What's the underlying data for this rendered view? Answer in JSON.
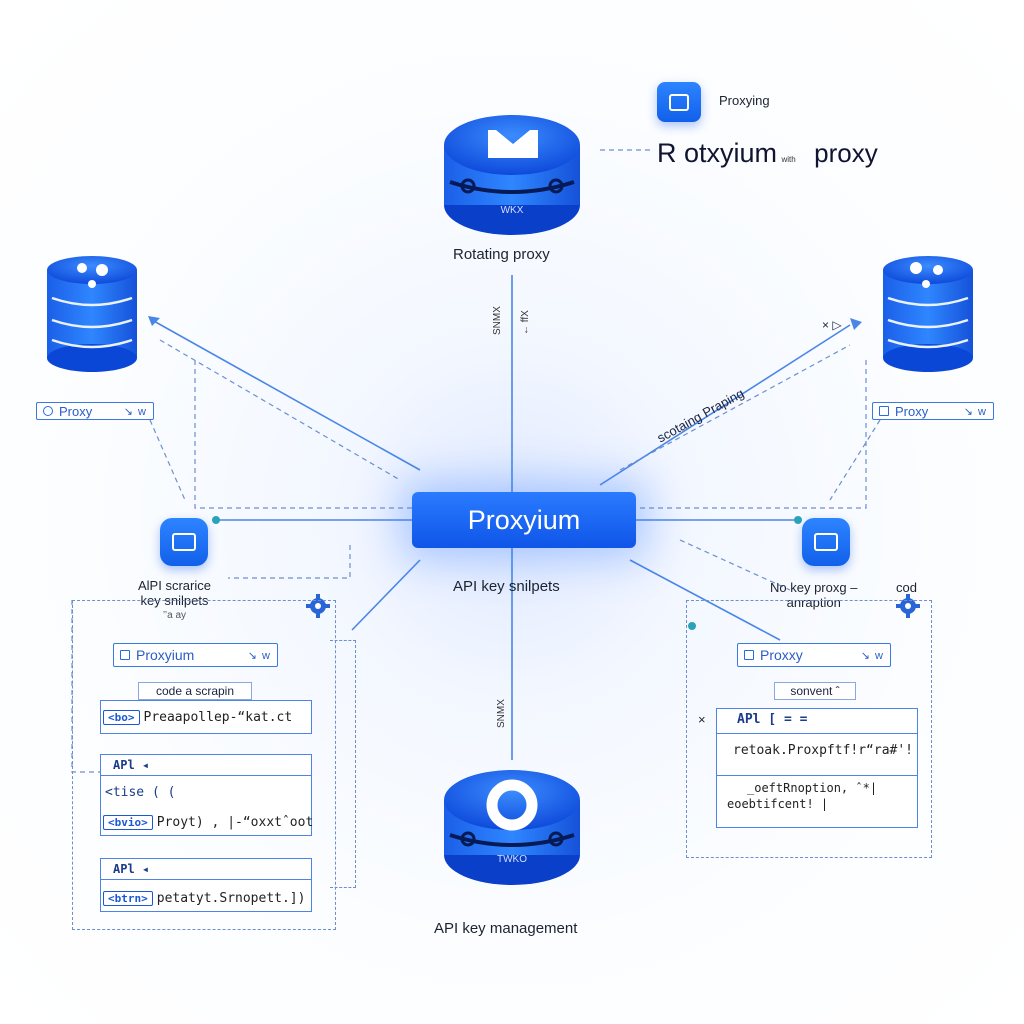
{
  "colors": {
    "accent": "#1f6af0",
    "hub": "#1560ee",
    "wire": "#4a86e8"
  },
  "header": {
    "badge_label": "Proxying",
    "brand_main": "R otxyium",
    "brand_small": "with",
    "brand_suffix": "proxy",
    "badge_icon": "window-icon"
  },
  "top_server": {
    "label": "Rotating proxy",
    "plate": "WKX"
  },
  "bottom_server": {
    "label": "API key management",
    "plate": "TWKO"
  },
  "hub": {
    "label": "Proxyium",
    "caption": "API key snilpets"
  },
  "wire_labels": {
    "top_vertical": "SNMX",
    "top_vertical_b": "← ffX",
    "bottom_vertical": "SNMX",
    "diagonal_right": "scotaing Praping",
    "arrow_marks": "× ▷"
  },
  "left": {
    "chip_label": "Proxy",
    "chip_tail": "↘ w",
    "tile_icon": "monitor-icon",
    "caption_line1": "AlPI scrarice",
    "caption_line2": "key snilpets",
    "caption_line3": "’’a ay",
    "panel_chip": "Proxyium",
    "panel_chip_tail": "↘ w",
    "panel_caption": "code a scrapin",
    "row1_tag": "<bo>",
    "row1_text": "Preaapollep-“kat.ct",
    "box2_title": "APl ◂",
    "box2_line1": "<tise ( (",
    "box2_line2_tag": "<bvio>",
    "box2_line2": "Proyt) , |-“oxxtˆoot",
    "box3_title": "APl ◂",
    "box3_line_tag": "<btrn>",
    "box3_line": "petatyt.Srnopett.])"
  },
  "right": {
    "chip_label": "Proxy",
    "chip_tail": "↘ w",
    "tile_icon": "monitor-icon",
    "caption_line1": "No key proxg –",
    "caption_line2": "anraption",
    "caption_extra": "cod",
    "panel_chip": "Proxxy",
    "panel_chip_tail": "↘ w",
    "panel_caption": "sonvent ˆ",
    "box_title": "APl [ = =",
    "box_line1": "retoak.Proxpftf!r“ra#'!",
    "box_line2": "_oeftRnoption, ˆ*|",
    "box_line3": "eoebtifcent! |"
  }
}
